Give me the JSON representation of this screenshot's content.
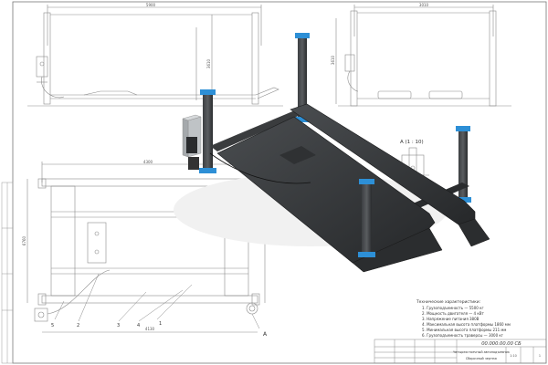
{
  "view_label": "А (1 : 10)",
  "section_marker": "А",
  "dims": {
    "front_width": "5900",
    "front_height": "3610",
    "side_width": "3010",
    "side_height": "3610",
    "plan_width": "4300",
    "plan_length": "6760",
    "plan_bottom": "4130"
  },
  "callouts": [
    "1",
    "2",
    "3",
    "4",
    "5"
  ],
  "specs": {
    "title": "Технические характеристики:",
    "items": [
      "1. Грузоподъемность — 5500 кг",
      "2. Мощность двигателя — 4 кВт",
      "3. Напряжение питания 380В",
      "4. Максимальная высота платформы 1860 мм",
      "5. Минимальная высота платформы 211 мм",
      "6. Грузоподъемность траверсы — 3000 кг"
    ]
  },
  "title_block": {
    "doc_code": "00.000.00.00 СБ",
    "product": "Четырехстоечный автоподъемник",
    "doc_type": "Сборочный чертеж",
    "scale": "1:10",
    "mass": "",
    "sheet": "1"
  }
}
